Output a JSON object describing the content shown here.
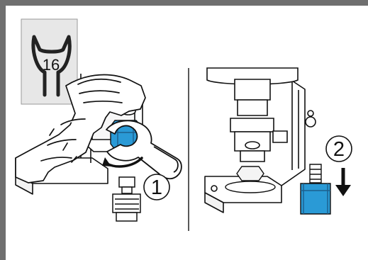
{
  "diagram": {
    "wrench_size": "16",
    "step_one": "1",
    "step_two": "2"
  },
  "colors": {
    "frame": "#6f6f6f",
    "blue_part": "#2a9ad6",
    "blue_dark": "#1d5f8c",
    "skin": "#ffffff",
    "line": "#111111",
    "gray_fill": "#d8d8d8",
    "light_gray": "#eeeeee"
  }
}
